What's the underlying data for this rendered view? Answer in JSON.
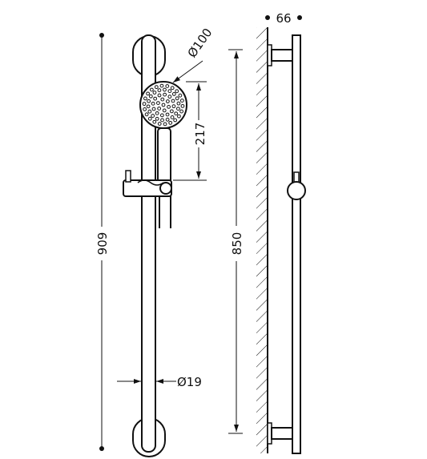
{
  "dimensions": {
    "total_height": "909",
    "rail_length": "850",
    "head_diameter": "Ø100",
    "head_offset": "217",
    "rail_diameter": "Ø19",
    "wall_projection": "66"
  },
  "colors": {
    "ink": "#111111",
    "background": "#ffffff"
  }
}
